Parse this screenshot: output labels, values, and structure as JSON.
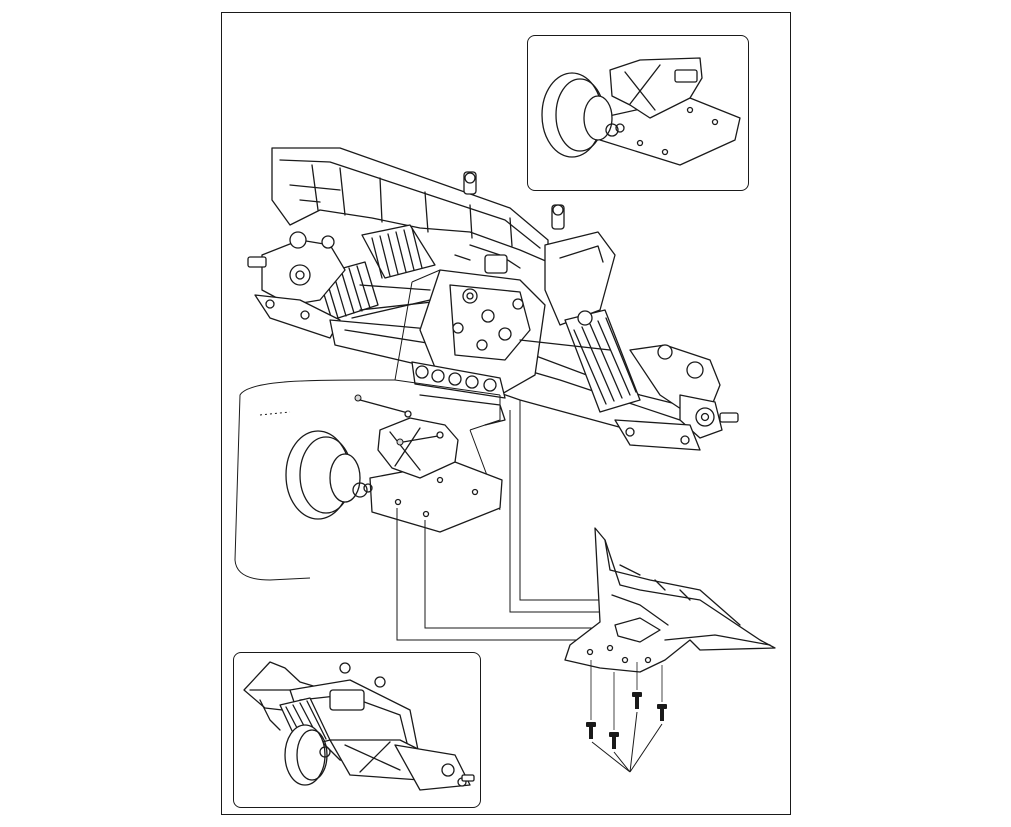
{
  "figure": {
    "kind": "assembly-instruction-illustration",
    "labels": []
  },
  "panels": {
    "main": "rear-chassis-exploded-view",
    "inset_top": "wheel-arm-plate-detail",
    "inset_bottom": "assembled-chassis-view"
  },
  "callout": {
    "screw_count": 4
  },
  "colors": {
    "line": "#1a1a1a",
    "paper": "#ffffff",
    "shade": "#d9d9d9"
  }
}
